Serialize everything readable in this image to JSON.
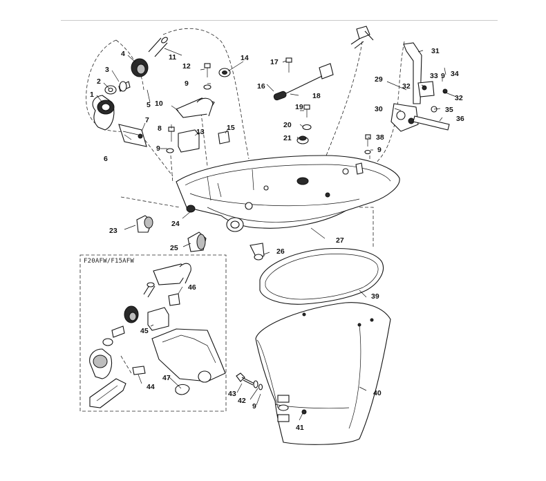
{
  "diagram": {
    "inset_caption": "F20AFW/F15AFW",
    "callouts": {
      "c1": "1",
      "c2": "2",
      "c3": "3",
      "c4": "4",
      "c5": "5",
      "c6": "6",
      "c7": "7",
      "c8": "8",
      "c9a": "9",
      "c9b": "9",
      "c9c": "9",
      "c9d": "9",
      "c9e": "9",
      "c10": "10",
      "c11": "11",
      "c12": "12",
      "c13": "13",
      "c14": "14",
      "c15": "15",
      "c16": "16",
      "c17": "17",
      "c18": "18",
      "c19": "19",
      "c20": "20",
      "c21": "21",
      "c23": "23",
      "c24": "24",
      "c25": "25",
      "c26": "26",
      "c27": "27",
      "c29": "29",
      "c30": "30",
      "c31": "31",
      "c32a": "32",
      "c32b": "32",
      "c33": "33",
      "c34": "34",
      "c35": "35",
      "c36": "36",
      "c38": "38",
      "c39": "39",
      "c40": "40",
      "c41": "41",
      "c42": "42",
      "c43": "43",
      "c44": "44",
      "c45": "45",
      "c46": "46",
      "c47": "47"
    }
  }
}
